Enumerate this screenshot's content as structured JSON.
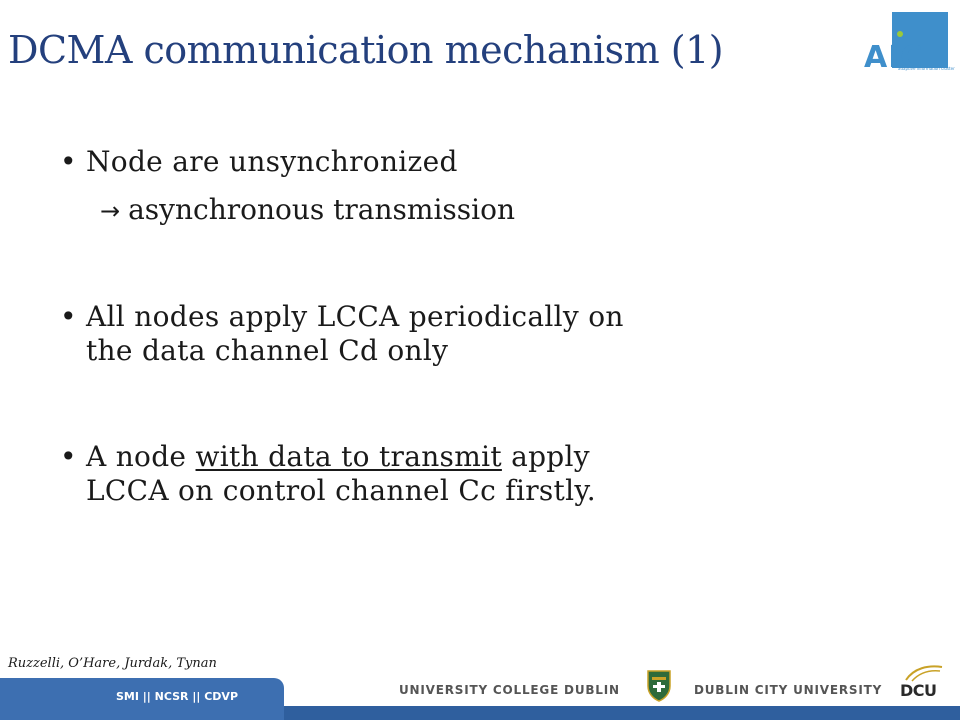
{
  "slide": {
    "title": "DCMA communication mechanism (1)",
    "bullet_glyph": "•",
    "bullets": [
      {
        "text": "Node are unsynchronized"
      },
      {
        "arrow": "→",
        "text": "asynchronous transmission"
      },
      {
        "line1": "All nodes apply LCCA periodically on",
        "line2": "the data channel Cd only"
      },
      {
        "pre": "A node ",
        "underlined": "with data to transmit",
        "post": " apply",
        "line2": "LCCA on control channel Cc firstly."
      }
    ],
    "authors": "Ruzzelli, O’Hare, Jurdak, Tynan"
  },
  "logo": {
    "letters": "AIC",
    "tagline": "adaptive information cluster"
  },
  "footer": {
    "tab_label": "SMI || NCSR || CDVP",
    "left_university": "UNIVERSITY COLLEGE DUBLIN",
    "right_university": "DUBLIN CITY UNIVERSITY",
    "dcu_mark": "DCU"
  },
  "colors": {
    "title": "#24407d",
    "logo": "#3f8fcb",
    "footer_bar": "#2f5f9e",
    "footer_tab": "#3d6fb1"
  }
}
